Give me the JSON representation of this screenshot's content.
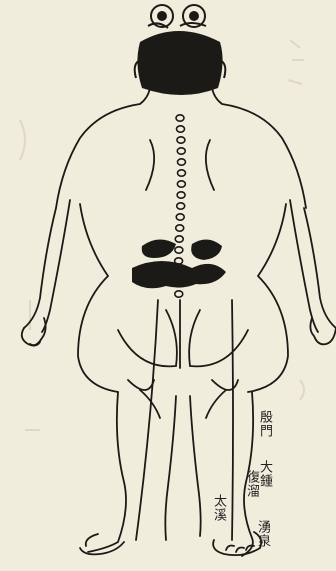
{
  "illustration": {
    "colors": {
      "paper": "#f1eddc",
      "ink": "#1c1a17",
      "ghost": "#d9d3bf"
    },
    "labels": [
      {
        "id": "yinmen",
        "text": "殷門"
      },
      {
        "id": "dazhong",
        "text": "大鍾"
      },
      {
        "id": "fuliu",
        "text": "復溜"
      },
      {
        "id": "taixi",
        "text": "太溪"
      },
      {
        "id": "yongquan",
        "text": "湧泉"
      }
    ],
    "spine_points": 17
  }
}
